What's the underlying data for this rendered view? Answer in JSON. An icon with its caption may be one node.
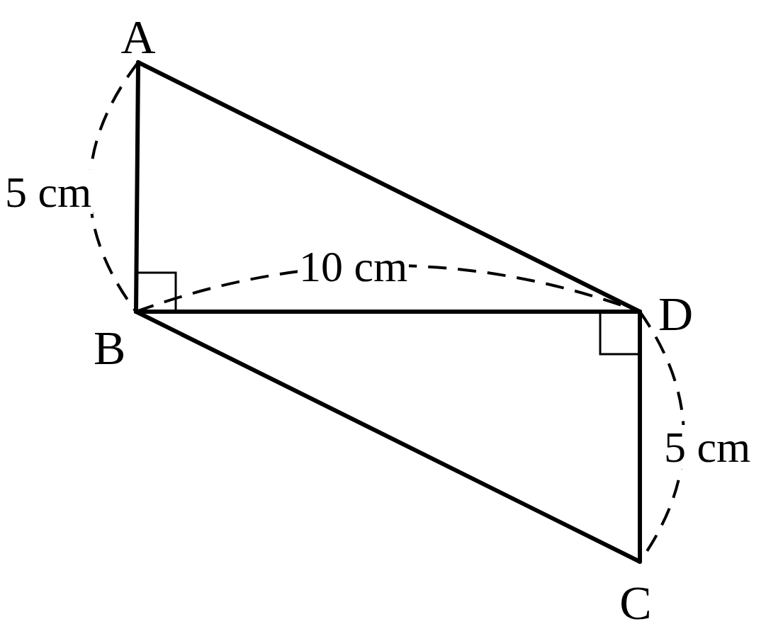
{
  "diagram": {
    "nodes": [
      {
        "text": [
          "A"
        ]
      },
      {
        "text": [
          "D"
        ]
      },
      {
        "text": [
          "B"
        ]
      },
      {
        "text": [
          "C"
        ]
      }
    ],
    "edges": [
      {
        "from": 0,
        "to": 2,
        "arrow": "none"
      },
      {
        "from": 0,
        "to": 1,
        "arrow": "none"
      },
      {
        "from": 2,
        "to": 1,
        "arrow": "none"
      },
      {
        "from": 2,
        "to": 3,
        "arrow": "none"
      },
      {
        "from": 1,
        "to": 3,
        "arrow": "none"
      }
    ],
    "labels": [
      "5 cm",
      "10 cm",
      "5 cm"
    ]
  }
}
